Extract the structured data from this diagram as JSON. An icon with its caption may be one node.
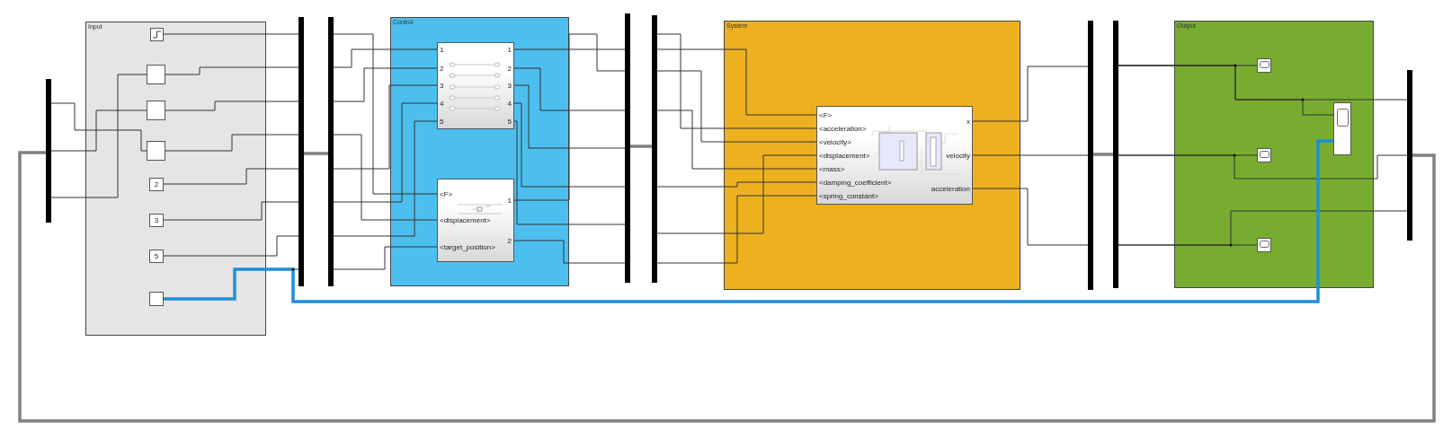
{
  "diagram": {
    "nodes": [
      {
        "text": [
          "Input"
        ]
      },
      {
        "text": [],
        "shape": "box",
        "in": 0
      },
      {
        "text": [],
        "shape": "box",
        "in": 0
      },
      {
        "text": [],
        "shape": "box",
        "in": 0
      },
      {
        "text": [],
        "shape": "box",
        "in": 0
      },
      {
        "text": [
          "2"
        ],
        "in": 0
      },
      {
        "text": [
          "3"
        ],
        "in": 0
      },
      {
        "text": [
          "5"
        ],
        "in": 0
      },
      {
        "text": [],
        "shape": "box",
        "in": 0
      },
      {
        "text": [
          "Control"
        ]
      },
      {
        "text": [
          "1",
          "2",
          "3",
          "4",
          "5",
          "1",
          "2",
          "3",
          "4",
          "5"
        ],
        "in": 9
      },
      {
        "text": [
          "<F>",
          "<displacement>",
          "<target_position>",
          "1",
          "2"
        ],
        "in": 9
      },
      {
        "text": [
          "System"
        ]
      },
      {
        "text": [
          "<F>",
          "<acceleration>",
          "<velocity>",
          "<displacement>",
          "<mass>",
          "<damping_coefficient>",
          "<spring_constant>",
          "x",
          "velocity",
          "acceleration"
        ],
        "in": 12
      },
      {
        "text": [
          "Output"
        ]
      },
      {
        "text": [],
        "shape": "box",
        "in": 14
      },
      {
        "text": [],
        "shape": "box",
        "in": 14
      },
      {
        "text": [],
        "shape": "box",
        "in": 14
      },
      {
        "text": [],
        "shape": "box",
        "in": 14
      },
      {
        "text": [],
        "shape": "bar"
      },
      {
        "text": [],
        "shape": "bar"
      },
      {
        "text": [],
        "shape": "bar"
      },
      {
        "text": [],
        "shape": "bar"
      },
      {
        "text": [],
        "shape": "bar"
      },
      {
        "text": [],
        "shape": "bar"
      },
      {
        "text": [],
        "shape": "bar"
      },
      {
        "text": [],
        "shape": "bar"
      }
    ],
    "edges": [
      {
        "from": 1,
        "to": 20,
        "arrow": "none"
      },
      {
        "from": 2,
        "to": 20,
        "arrow": "none"
      },
      {
        "from": 3,
        "to": 20,
        "arrow": "none"
      },
      {
        "from": 4,
        "to": 20,
        "arrow": "none"
      },
      {
        "from": 5,
        "to": 20,
        "arrow": "none"
      },
      {
        "from": 6,
        "to": 20,
        "arrow": "none"
      },
      {
        "from": 7,
        "to": 20,
        "arrow": "none"
      },
      {
        "from": 8,
        "to": 20,
        "arrow": "none"
      },
      {
        "from": 19,
        "to": 4,
        "arrow": "none"
      },
      {
        "from": 19,
        "to": 3,
        "arrow": "none"
      },
      {
        "from": 19,
        "to": 2,
        "arrow": "none"
      },
      {
        "from": 20,
        "to": 21,
        "arrow": "none",
        "style": "thick",
        "color": "#808080"
      },
      {
        "from": 21,
        "to": 10,
        "arrow": "none"
      },
      {
        "from": 21,
        "to": 10,
        "arrow": "none"
      },
      {
        "from": 21,
        "to": 10,
        "arrow": "none"
      },
      {
        "from": 21,
        "to": 10,
        "arrow": "none"
      },
      {
        "from": 21,
        "to": 10,
        "arrow": "none"
      },
      {
        "from": 21,
        "to": 11,
        "arrow": "none"
      },
      {
        "from": 21,
        "to": 11,
        "arrow": "none"
      },
      {
        "from": 21,
        "to": 11,
        "arrow": "none"
      },
      {
        "from": 10,
        "to": 22,
        "arrow": "none"
      },
      {
        "from": 10,
        "to": 22,
        "arrow": "none"
      },
      {
        "from": 10,
        "to": 22,
        "arrow": "none"
      },
      {
        "from": 10,
        "to": 22,
        "arrow": "none"
      },
      {
        "from": 10,
        "to": 22,
        "arrow": "none"
      },
      {
        "from": 11,
        "to": 22,
        "arrow": "none"
      },
      {
        "from": 11,
        "to": 22,
        "arrow": "none"
      },
      {
        "from": 22,
        "to": 23,
        "arrow": "none",
        "style": "thick",
        "color": "#808080"
      },
      {
        "from": 23,
        "to": 13,
        "arrow": "none"
      },
      {
        "from": 23,
        "to": 13,
        "arrow": "none"
      },
      {
        "from": 23,
        "to": 13,
        "arrow": "none"
      },
      {
        "from": 23,
        "to": 13,
        "arrow": "none"
      },
      {
        "from": 23,
        "to": 13,
        "arrow": "none"
      },
      {
        "from": 23,
        "to": 13,
        "arrow": "none"
      },
      {
        "from": 23,
        "to": 13,
        "arrow": "none"
      },
      {
        "from": 13,
        "to": 24,
        "arrow": "none"
      },
      {
        "from": 13,
        "to": 24,
        "arrow": "none"
      },
      {
        "from": 13,
        "to": 24,
        "arrow": "none"
      },
      {
        "from": 24,
        "to": 25,
        "arrow": "none",
        "style": "thick",
        "color": "#808080"
      },
      {
        "from": 25,
        "to": 15,
        "arrow": "none"
      },
      {
        "from": 25,
        "to": 26,
        "arrow": "none"
      },
      {
        "from": 25,
        "to": 18,
        "arrow": "none"
      },
      {
        "from": 25,
        "to": 16,
        "arrow": "none"
      },
      {
        "from": 25,
        "to": 26,
        "arrow": "none"
      },
      {
        "from": 25,
        "to": 17,
        "arrow": "none"
      },
      {
        "from": 25,
        "to": 26,
        "arrow": "none"
      },
      {
        "from": 26,
        "to": 19,
        "arrow": "none",
        "style": "thick",
        "color": "#808080"
      },
      {
        "from": 8,
        "to": 18,
        "arrow": "none",
        "style": "thick",
        "color": "#1e8fd6"
      }
    ]
  }
}
